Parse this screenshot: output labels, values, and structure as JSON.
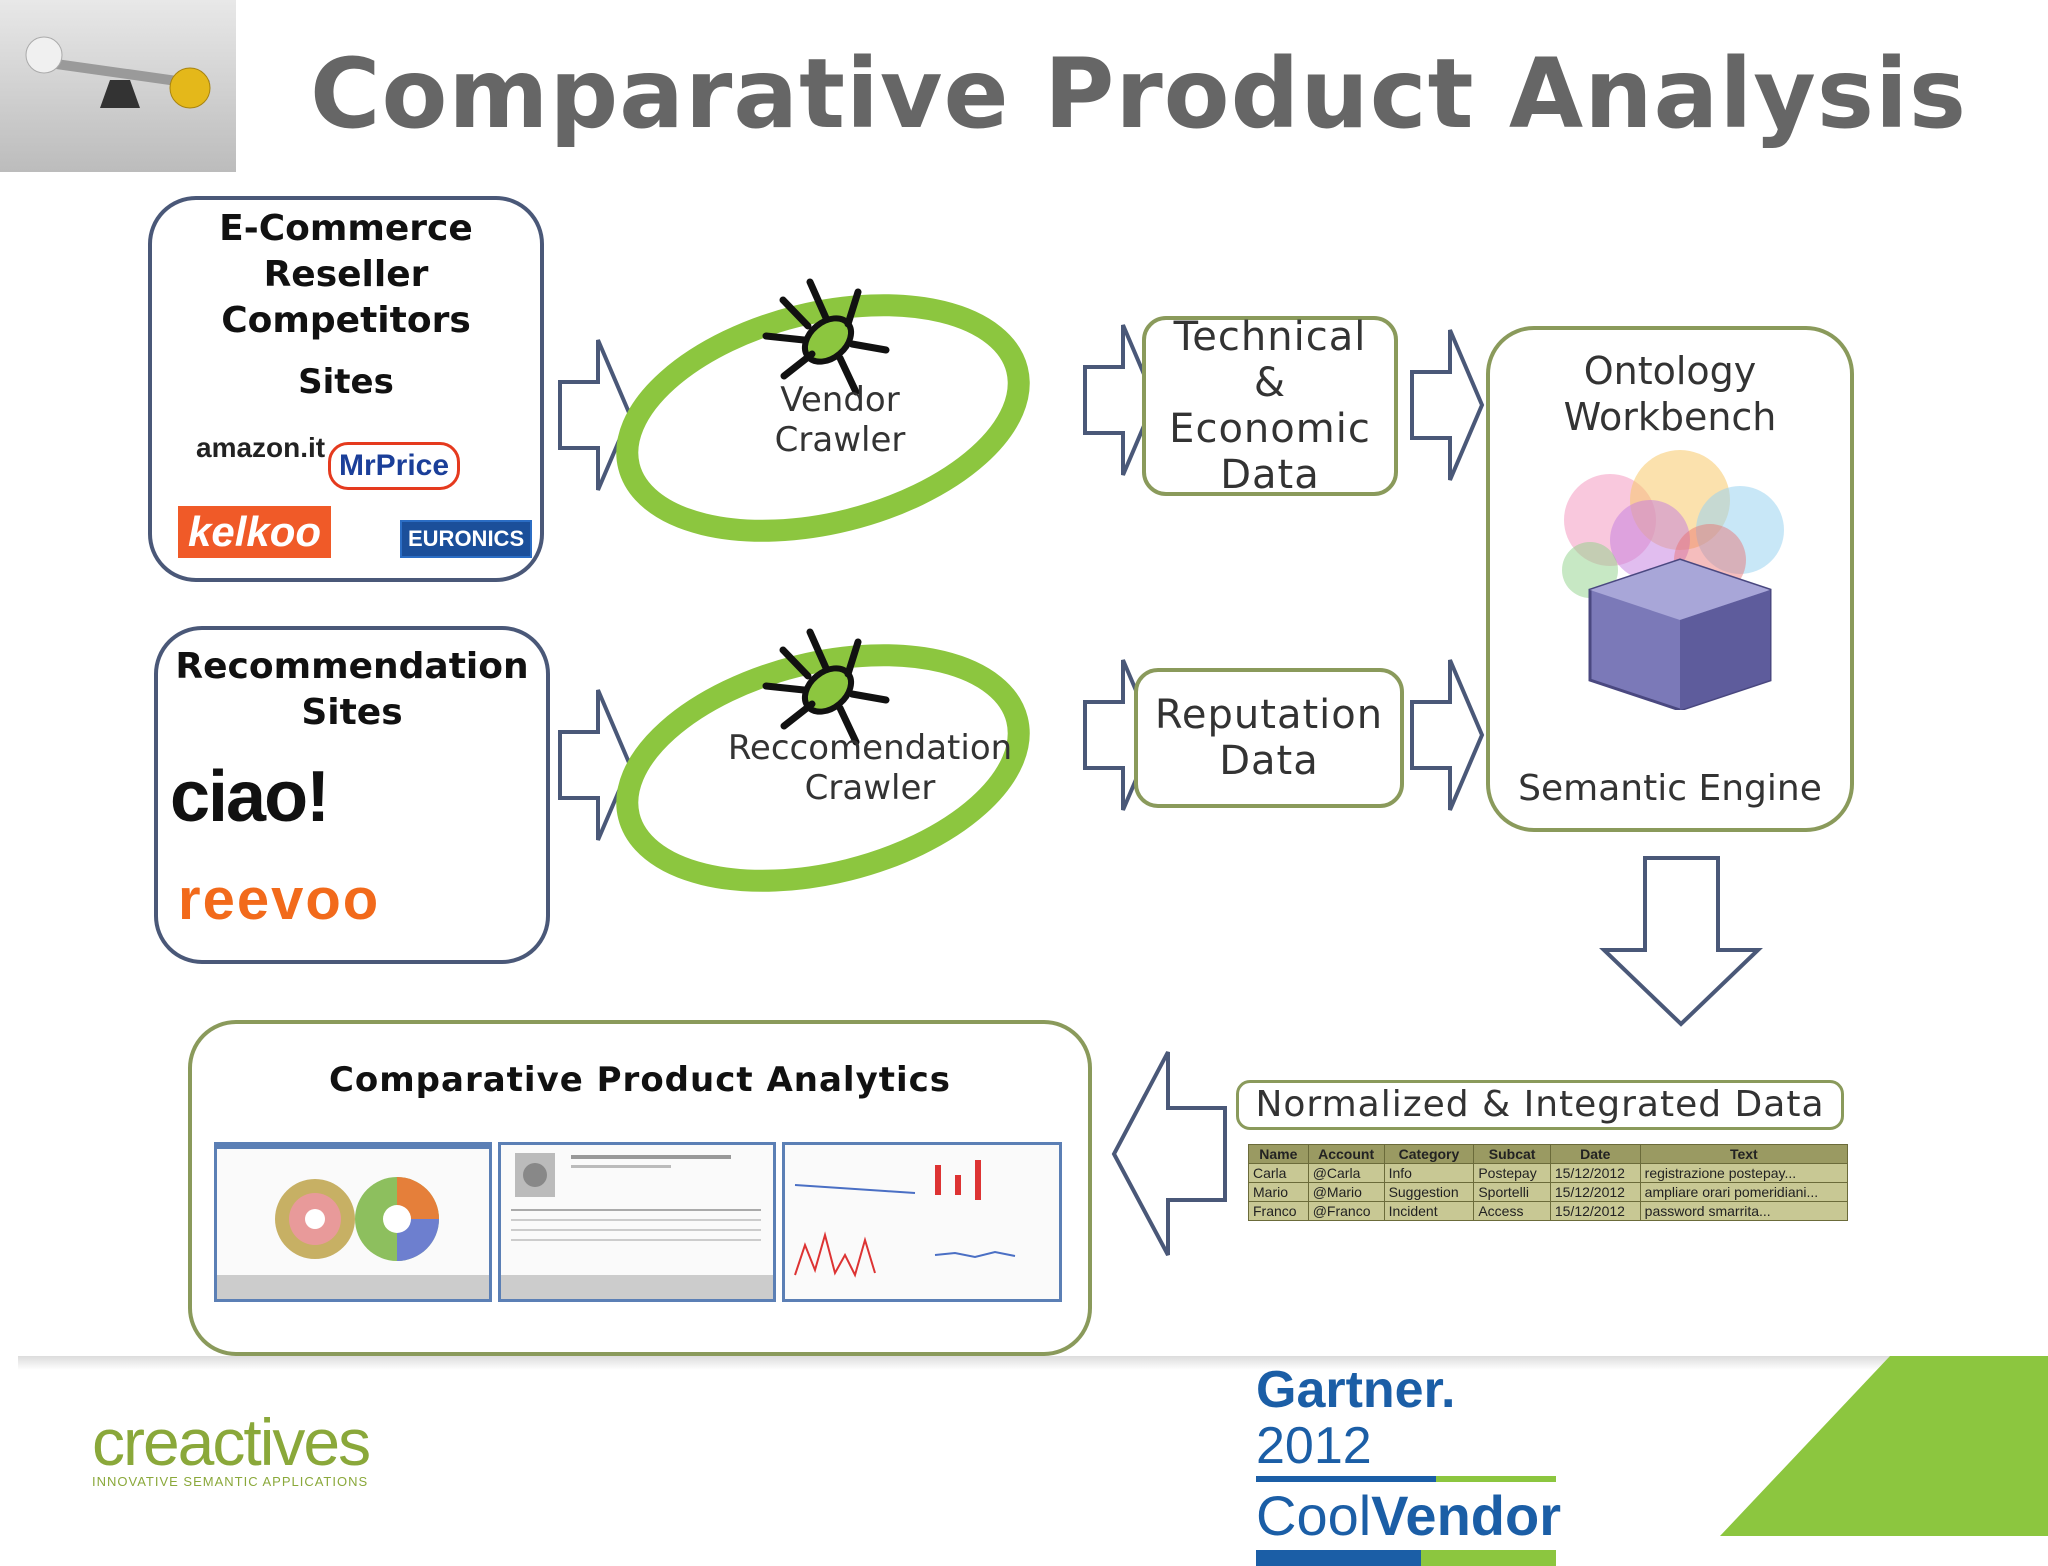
{
  "title": "Comparative Product Analysis",
  "sources": {
    "ecommerce": {
      "heading": "E-Commerce Reseller Competitors",
      "heading_lines": [
        "E-Commerce",
        "Reseller",
        "Competitors"
      ],
      "sub": "Sites",
      "logos": [
        "amazon.it",
        "MrPrice",
        "kelkoo",
        "EURONICS"
      ]
    },
    "recommendation": {
      "heading_lines": [
        "Recommendation",
        "Sites"
      ],
      "logos": [
        "ciao!",
        "reevoo"
      ]
    }
  },
  "crawlers": {
    "vendor": [
      "Vendor",
      "Crawler"
    ],
    "recommendation": [
      "Reccomendation",
      "Crawler"
    ]
  },
  "data_boxes": {
    "technical": [
      "Technical",
      "&",
      "Economic",
      "Data"
    ],
    "reputation": [
      "Reputation",
      "Data"
    ]
  },
  "ontology": {
    "title_lines": [
      "Ontology",
      "Workbench"
    ],
    "footer": "Semantic Engine"
  },
  "normalized": {
    "label": "Normalized & Integrated Data",
    "columns": [
      "Name",
      "Account",
      "Category",
      "Subcat",
      "Date",
      "Text"
    ],
    "rows": [
      [
        "Carla",
        "@Carla",
        "Info",
        "Postepay",
        "15/12/2012",
        "registrazione postepay..."
      ],
      [
        "Mario",
        "@Mario",
        "Suggestion",
        "Sportelli",
        "15/12/2012",
        "ampliare orari pomeridiani..."
      ],
      [
        "Franco",
        "@Franco",
        "Incident",
        "Access",
        "15/12/2012",
        "password smarrita..."
      ]
    ]
  },
  "analytics": {
    "title": "Comparative Product Analytics"
  },
  "footer": {
    "brand": "creactives",
    "tagline": "INNOVATIVE SEMANTIC APPLICATIONS",
    "badge_line1_a": "Gartner.",
    "badge_line1_b": "2012",
    "badge_line2_a": "Cool",
    "badge_line2_b": "Vendor"
  },
  "colors": {
    "title": "#666666",
    "green_accent": "#8cc63f",
    "box_green": "#8a9a5b",
    "box_blue": "#4a5878",
    "arrow": "#4a5878"
  }
}
